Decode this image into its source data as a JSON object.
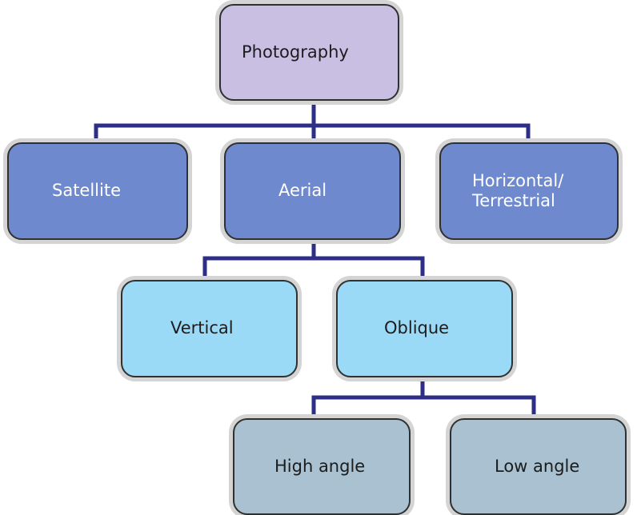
{
  "diagram": {
    "nodes": {
      "photography": "Photography",
      "satellite": "Satellite",
      "aerial": "Aerial",
      "horizontal_line1": "Horizontal/",
      "horizontal_line2": "Terrestrial",
      "vertical": "Vertical",
      "oblique": "Oblique",
      "high_angle": "High angle",
      "low_angle": "Low angle"
    },
    "edges": [
      [
        "Photography",
        "Satellite"
      ],
      [
        "Photography",
        "Aerial"
      ],
      [
        "Photography",
        "Horizontal/ Terrestrial"
      ],
      [
        "Aerial",
        "Vertical"
      ],
      [
        "Aerial",
        "Oblique"
      ],
      [
        "Oblique",
        "High angle"
      ],
      [
        "Oblique",
        "Low angle"
      ]
    ],
    "colors": {
      "connector": "#2d2e86",
      "level1": "#c8bfe3",
      "level2": "#6f89cf",
      "level3": "#9bdaf6",
      "level4": "#a9c1d1"
    }
  }
}
